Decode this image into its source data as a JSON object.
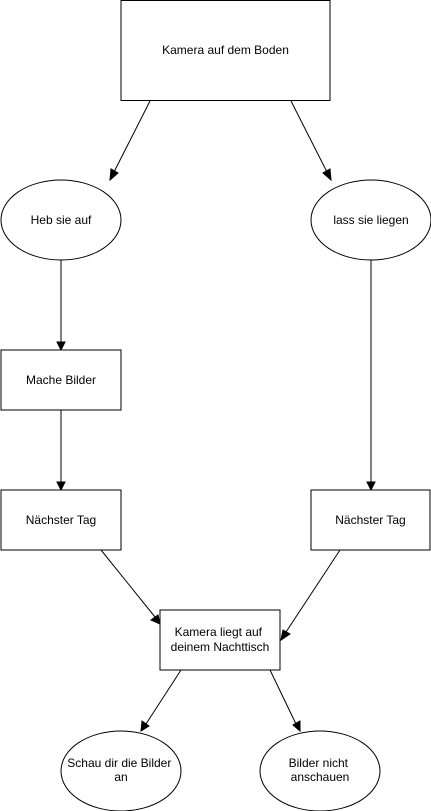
{
  "diagram": {
    "type": "flowchart",
    "colors": {
      "stroke": "#000000",
      "fill": "#ffffff",
      "text": "#000000",
      "background": "#ffffff"
    },
    "nodes": [
      {
        "id": "start",
        "shape": "rectangle",
        "lines": [
          "Kamera auf dem Boden"
        ]
      },
      {
        "id": "pickup",
        "shape": "ellipse",
        "lines": [
          "Heb sie auf"
        ]
      },
      {
        "id": "leave",
        "shape": "ellipse",
        "lines": [
          "lass sie liegen"
        ]
      },
      {
        "id": "photos",
        "shape": "rectangle",
        "lines": [
          "Mache Bilder"
        ]
      },
      {
        "id": "nextday-left",
        "shape": "rectangle",
        "lines": [
          "Nächster Tag"
        ]
      },
      {
        "id": "nextday-right",
        "shape": "rectangle",
        "lines": [
          "Nächster Tag"
        ]
      },
      {
        "id": "nightstand",
        "shape": "rectangle",
        "lines": [
          "Kamera liegt auf",
          "deinem Nachttisch"
        ]
      },
      {
        "id": "view",
        "shape": "ellipse",
        "lines": [
          "Schau dir die Bilder",
          "an"
        ]
      },
      {
        "id": "noview",
        "shape": "ellipse",
        "lines": [
          "Bilder nicht",
          "anschauen"
        ]
      }
    ],
    "edges": [
      {
        "from": "start",
        "to": "pickup"
      },
      {
        "from": "start",
        "to": "leave"
      },
      {
        "from": "pickup",
        "to": "photos"
      },
      {
        "from": "photos",
        "to": "nextday-left"
      },
      {
        "from": "leave",
        "to": "nextday-right"
      },
      {
        "from": "nextday-left",
        "to": "nightstand"
      },
      {
        "from": "nextday-right",
        "to": "nightstand"
      },
      {
        "from": "nightstand",
        "to": "view"
      },
      {
        "from": "nightstand",
        "to": "noview"
      }
    ]
  }
}
